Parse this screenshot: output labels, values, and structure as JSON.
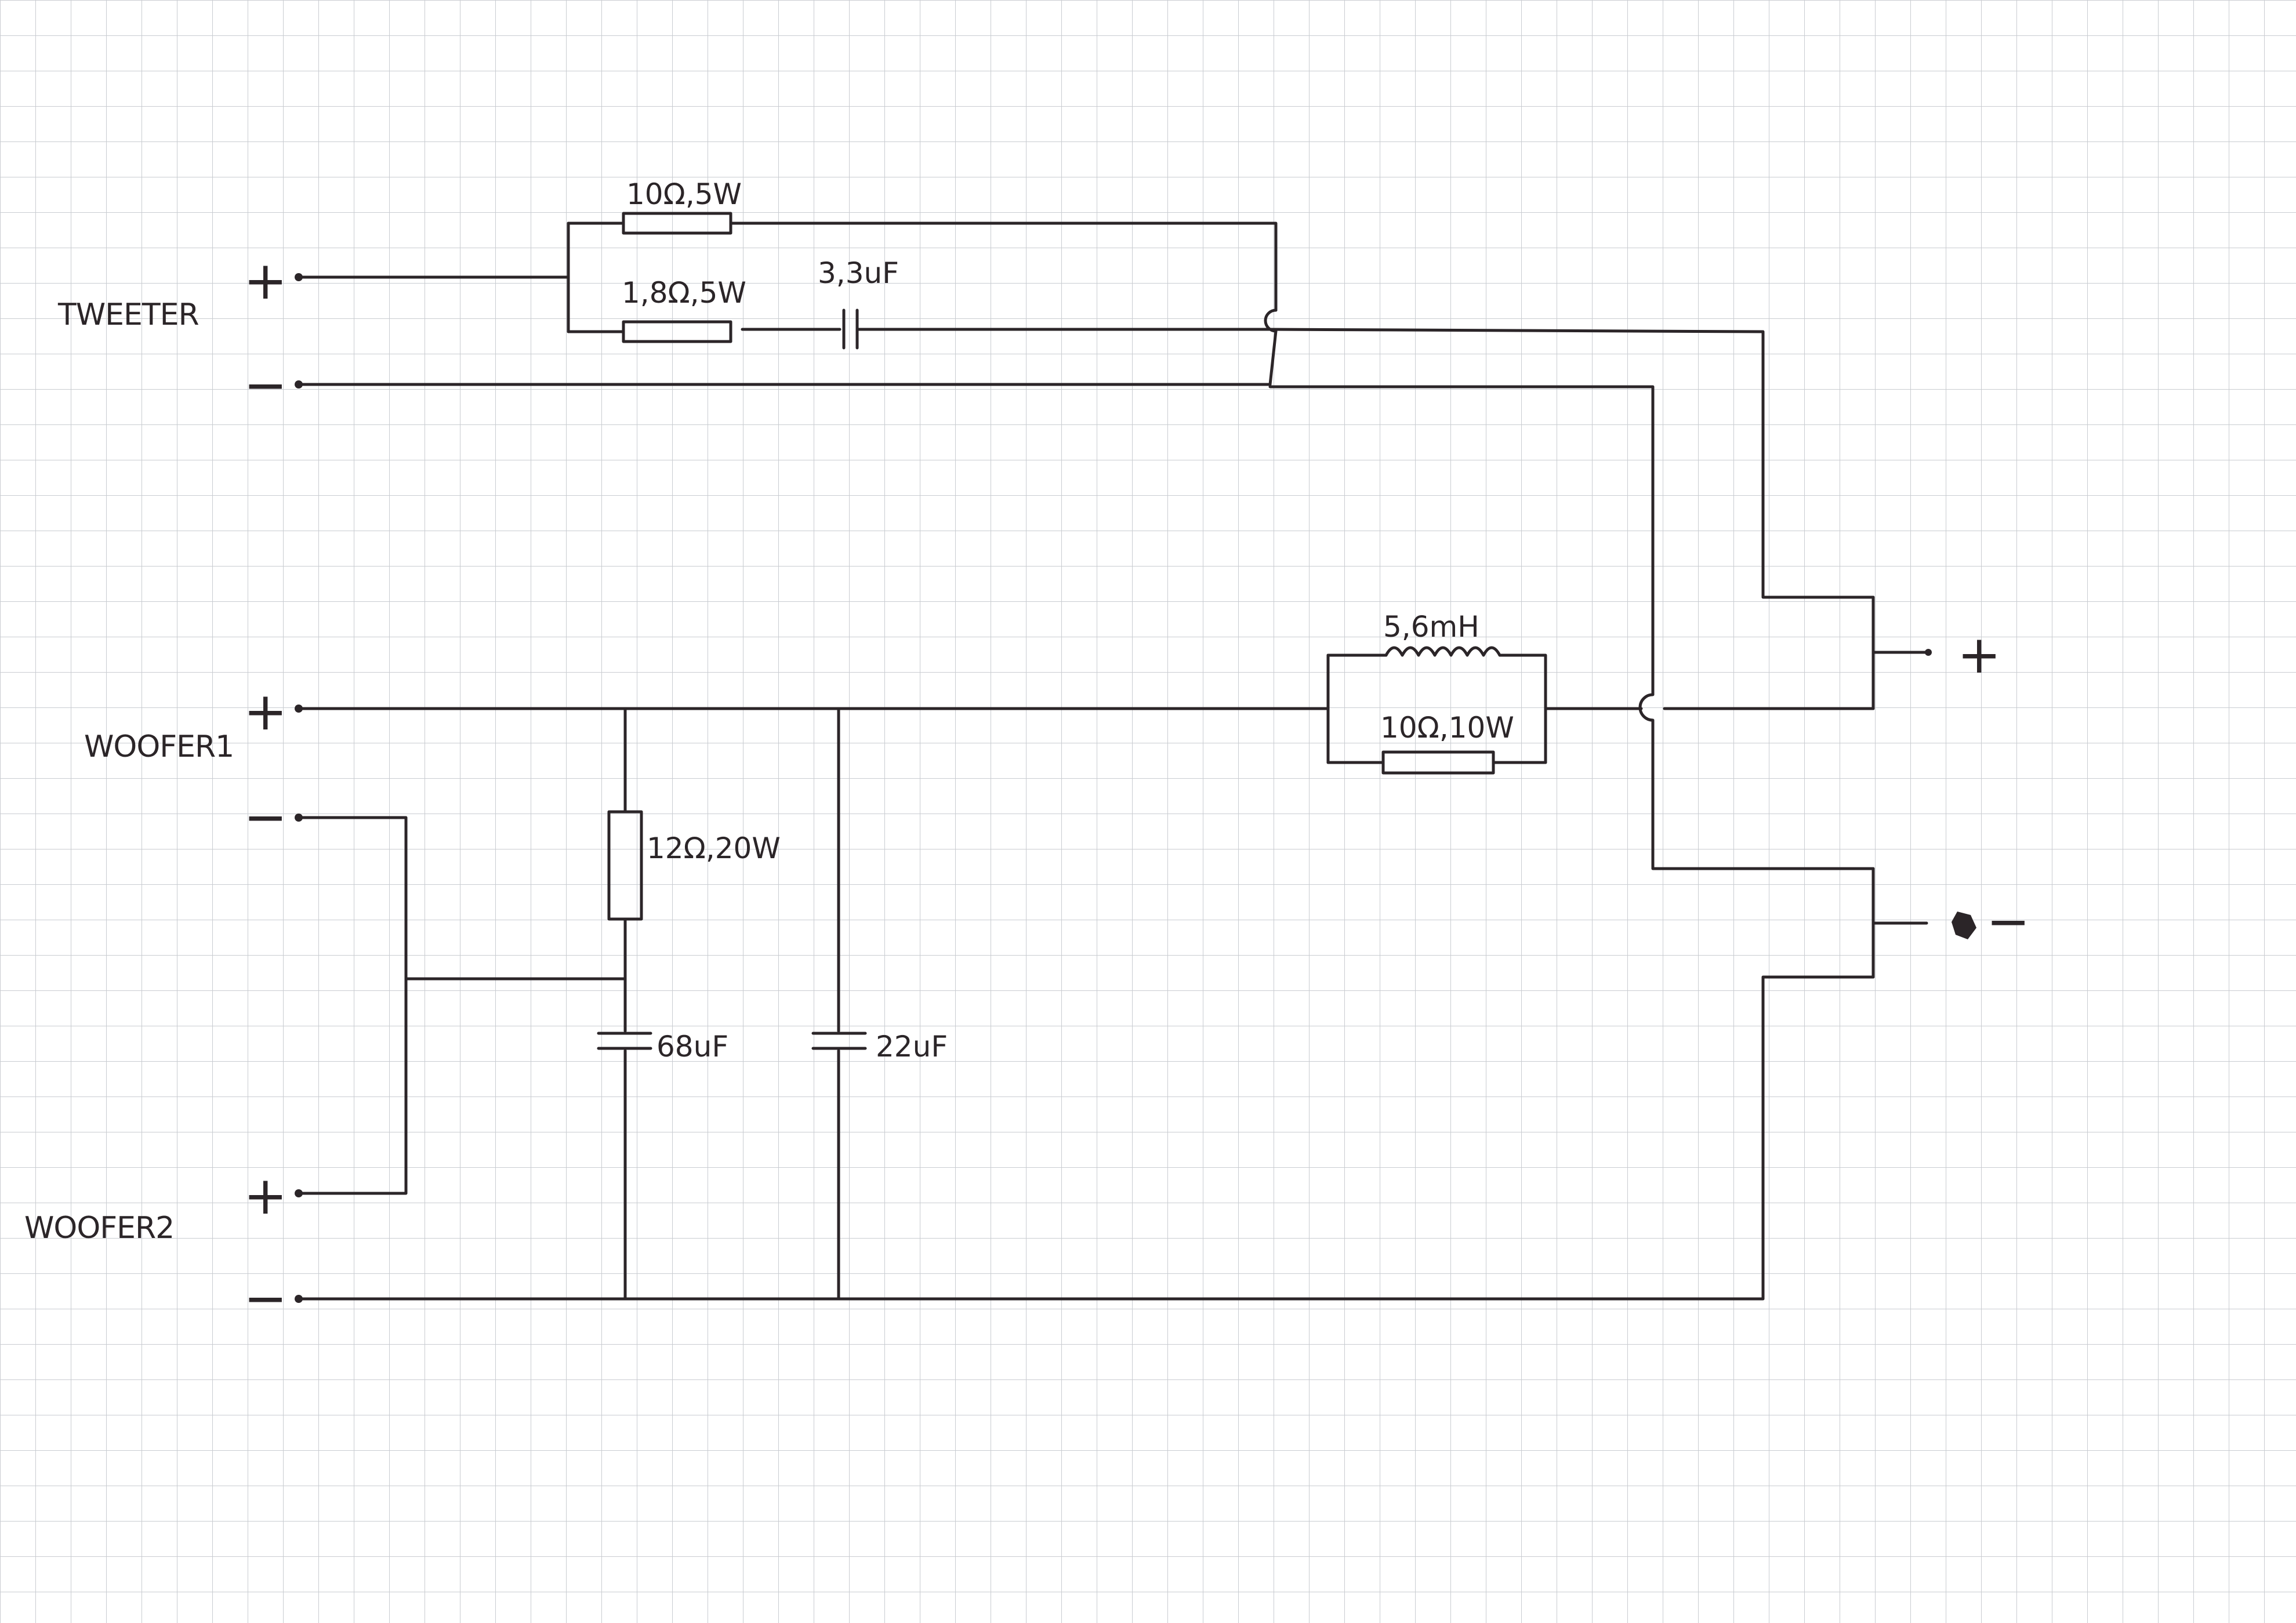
{
  "colors": {
    "ink": "#2b2528",
    "grid": "#c9ccd1",
    "paper": "#ffffff"
  },
  "labels": {
    "tweeter": "TWEETER",
    "woofer1": "WOOFER1",
    "woofer2": "WOOFER2"
  },
  "polarity": {
    "tweeter_plus": "+",
    "tweeter_minus": "−",
    "woofer1_plus": "+",
    "woofer1_minus": "−",
    "woofer2_plus": "+",
    "woofer2_minus": "−",
    "out_plus": "+",
    "out_minus": "−"
  },
  "components": {
    "r_tweeter_parallel": "10Ω,5W",
    "r_tweeter_series": "1,8Ω,5W",
    "c_tweeter": "3,3uF",
    "l_woofer": "5,6mH",
    "r_woofer_parallel": "10Ω,10W",
    "r_woofer_shunt": "12Ω,20W",
    "c_woofer_shunt": "68uF",
    "c_woofer_bypass": "22uF"
  }
}
